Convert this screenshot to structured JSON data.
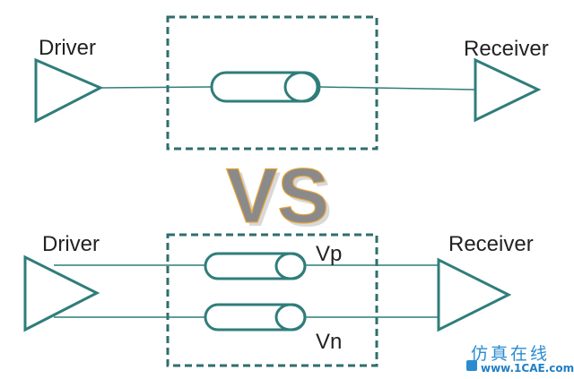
{
  "top": {
    "driver_label": "Driver",
    "receiver_label": "Receiver"
  },
  "vs_label": "VS",
  "bottom": {
    "driver_label": "Driver",
    "receiver_label": "Receiver",
    "vp_label": "Vp",
    "vn_label": "Vn"
  },
  "watermark": {
    "cn_text": "仿真在线",
    "url_text": "www.1CAE.com"
  },
  "colors": {
    "line": "#2f7d7b",
    "box_border": "#2f6e6d",
    "vs_fill": "#8a8a8a",
    "vs_accent": "#e8a33a",
    "watermark": "#2a8ccf"
  },
  "icons": {
    "driver": "triangle-buffer-icon",
    "receiver": "triangle-buffer-icon",
    "transmission_line": "cylinder-line-icon"
  }
}
